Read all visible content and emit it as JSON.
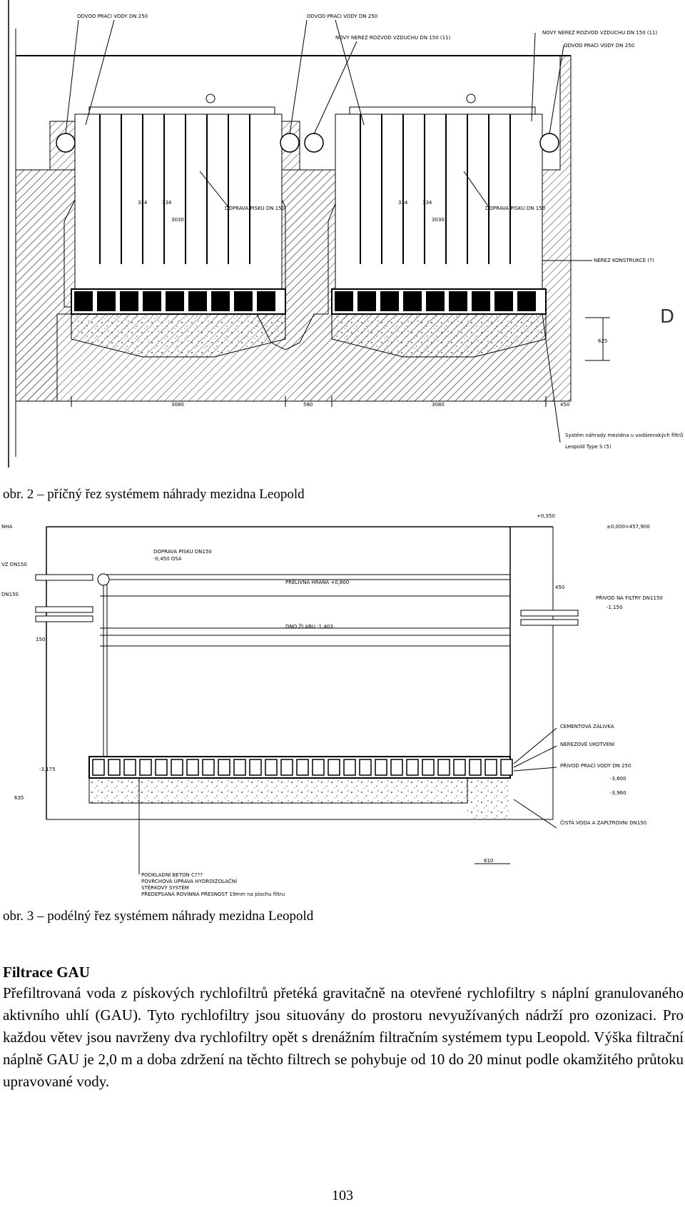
{
  "figure1": {
    "labels": {
      "l1": "ODVOD PRACI VODY DN 250",
      "l2": "ODVOD PRACI VODY DN 250",
      "l3": "NOVY NEREZ ROZVOD VZDUCHU DN 150 (11)",
      "l4": "NOVY NEREZ ROZVOD VZDUCHU DN 150 (11)",
      "l5": "ODVOD PRACI VODY DN 250",
      "l6": "DOPRAVA PISKU DN 150",
      "l7": "DOPRAVA PISKU DN 150",
      "l8": "NEREZ KONSTRUKCE (?)",
      "l9": "Systém náhrady mezidna u vodárenských filtrů s drenáží",
      "l10": "Leopold Type S (5)",
      "d334a": "334",
      "d334b": "334",
      "d334c": "334",
      "d334d": "334",
      "d3030a": "3030",
      "d3030b": "3030",
      "d3080a": "3080",
      "d580": "580",
      "d3080b": "3080",
      "d450": "450",
      "d625": "625",
      "letterD": "D"
    }
  },
  "caption1": "obr. 2 – příčný řez systémem náhrady mezidna Leopold",
  "figure2": {
    "labels": {
      "a1": "+0,350",
      "a2": "±0,000=457,900",
      "a3": "DOPRAVA PISKU DN150",
      "a4": "-0,450 OSA",
      "a5": "PŘELIVNA HRANA +0,800",
      "a6": "DNO ŽLABU -1,403",
      "a7": "PŘIVOD NA FILTRY DN1150",
      "a8": "-1,150",
      "a9": "450",
      "a10": "CEMENTOVÁ ZÁLIVKA",
      "a11": "NEREZOVÉ UKOTVENÍ",
      "a12": "PŘIVOD PRACÍ VODY DN 250",
      "a13": "-3,600",
      "a14": "-3,960",
      "a15": "ČISTÁ VODA A ZAPLTROVNI DN150",
      "a16": "-3,175",
      "a17": "635",
      "a18": "610",
      "a19": "PODKLADNÍ BETON C???",
      "a20": "POVRCHOVÁ ÚPRAVA HYDROIZOLAČNÍ",
      "a21": "STĚRKOVÝ SYSTÉM",
      "a22": "PŘEDEPSANÁ ROVINNÁ PŘESNOST 19mm na plochu filtru",
      "a23": "NHA",
      "a24": "VZ DN150",
      "a25": "DN150",
      "a26": "150"
    }
  },
  "caption2": "obr. 3 – podélný řez systémem náhrady mezidna Leopold",
  "heading": "Filtrace GAU",
  "paragraph": "Přefiltrovaná voda z pískových rychlofiltrů přetéká gravitačně na otevřené rychlofiltry s náplní granulovaného aktivního uhlí (GAU). Tyto rychlofiltry jsou situovány do prostoru nevyužívaných nádrží pro ozonizaci. Pro každou větev jsou navrženy dva rychlofiltry opět s drenážním filtračním systémem typu Leopold. Výška filtrační náplně GAU je 2,0 m a doba zdržení na těchto filtrech se pohybuje od 10 do 20 minut podle okamžitého průtoku upravované vody.",
  "page_number": "103"
}
